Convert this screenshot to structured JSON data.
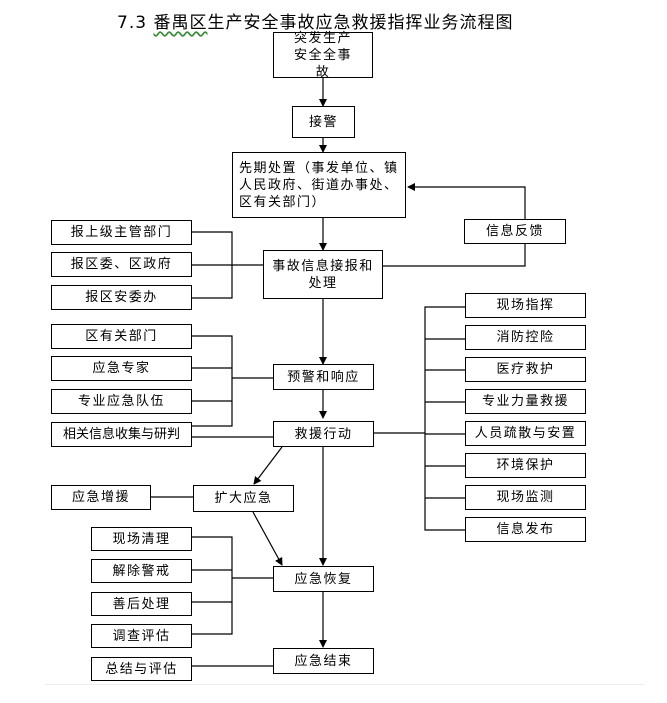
{
  "title": {
    "prefix": "7.3 ",
    "underlined": "番禺区",
    "rest": "生产安全事故应急救援指挥业务流程图"
  },
  "main_flow": {
    "incident": "突发生产安全全事故",
    "receive_alarm": "接警",
    "initial_response": "先期处置（事发单位、镇人民政府、街道办事处、区有关部门）",
    "info_report": "事故信息接报和处理",
    "warning_response": "预警和响应",
    "rescue_action": "救援行动",
    "expand_response": "扩大应急",
    "recovery": "应急恢复",
    "end": "应急结束"
  },
  "feedback": "信息反馈",
  "report_targets": [
    "报上级主管部门",
    "报区委、区政府",
    "报区安委办"
  ],
  "warning_inputs": [
    "区有关部门",
    "应急专家",
    "专业应急队伍",
    "相关信息收集与研判"
  ],
  "rescue_tasks": [
    "现场指挥",
    "消防控险",
    "医疗救护",
    "专业力量救援",
    "人员疏散与安置",
    "环境保护",
    "现场监测",
    "信息发布"
  ],
  "reinforcement": "应急增援",
  "recovery_tasks": [
    "现场清理",
    "解除警戒",
    "善后处理",
    "调查评估"
  ],
  "end_task": "总结与评估"
}
